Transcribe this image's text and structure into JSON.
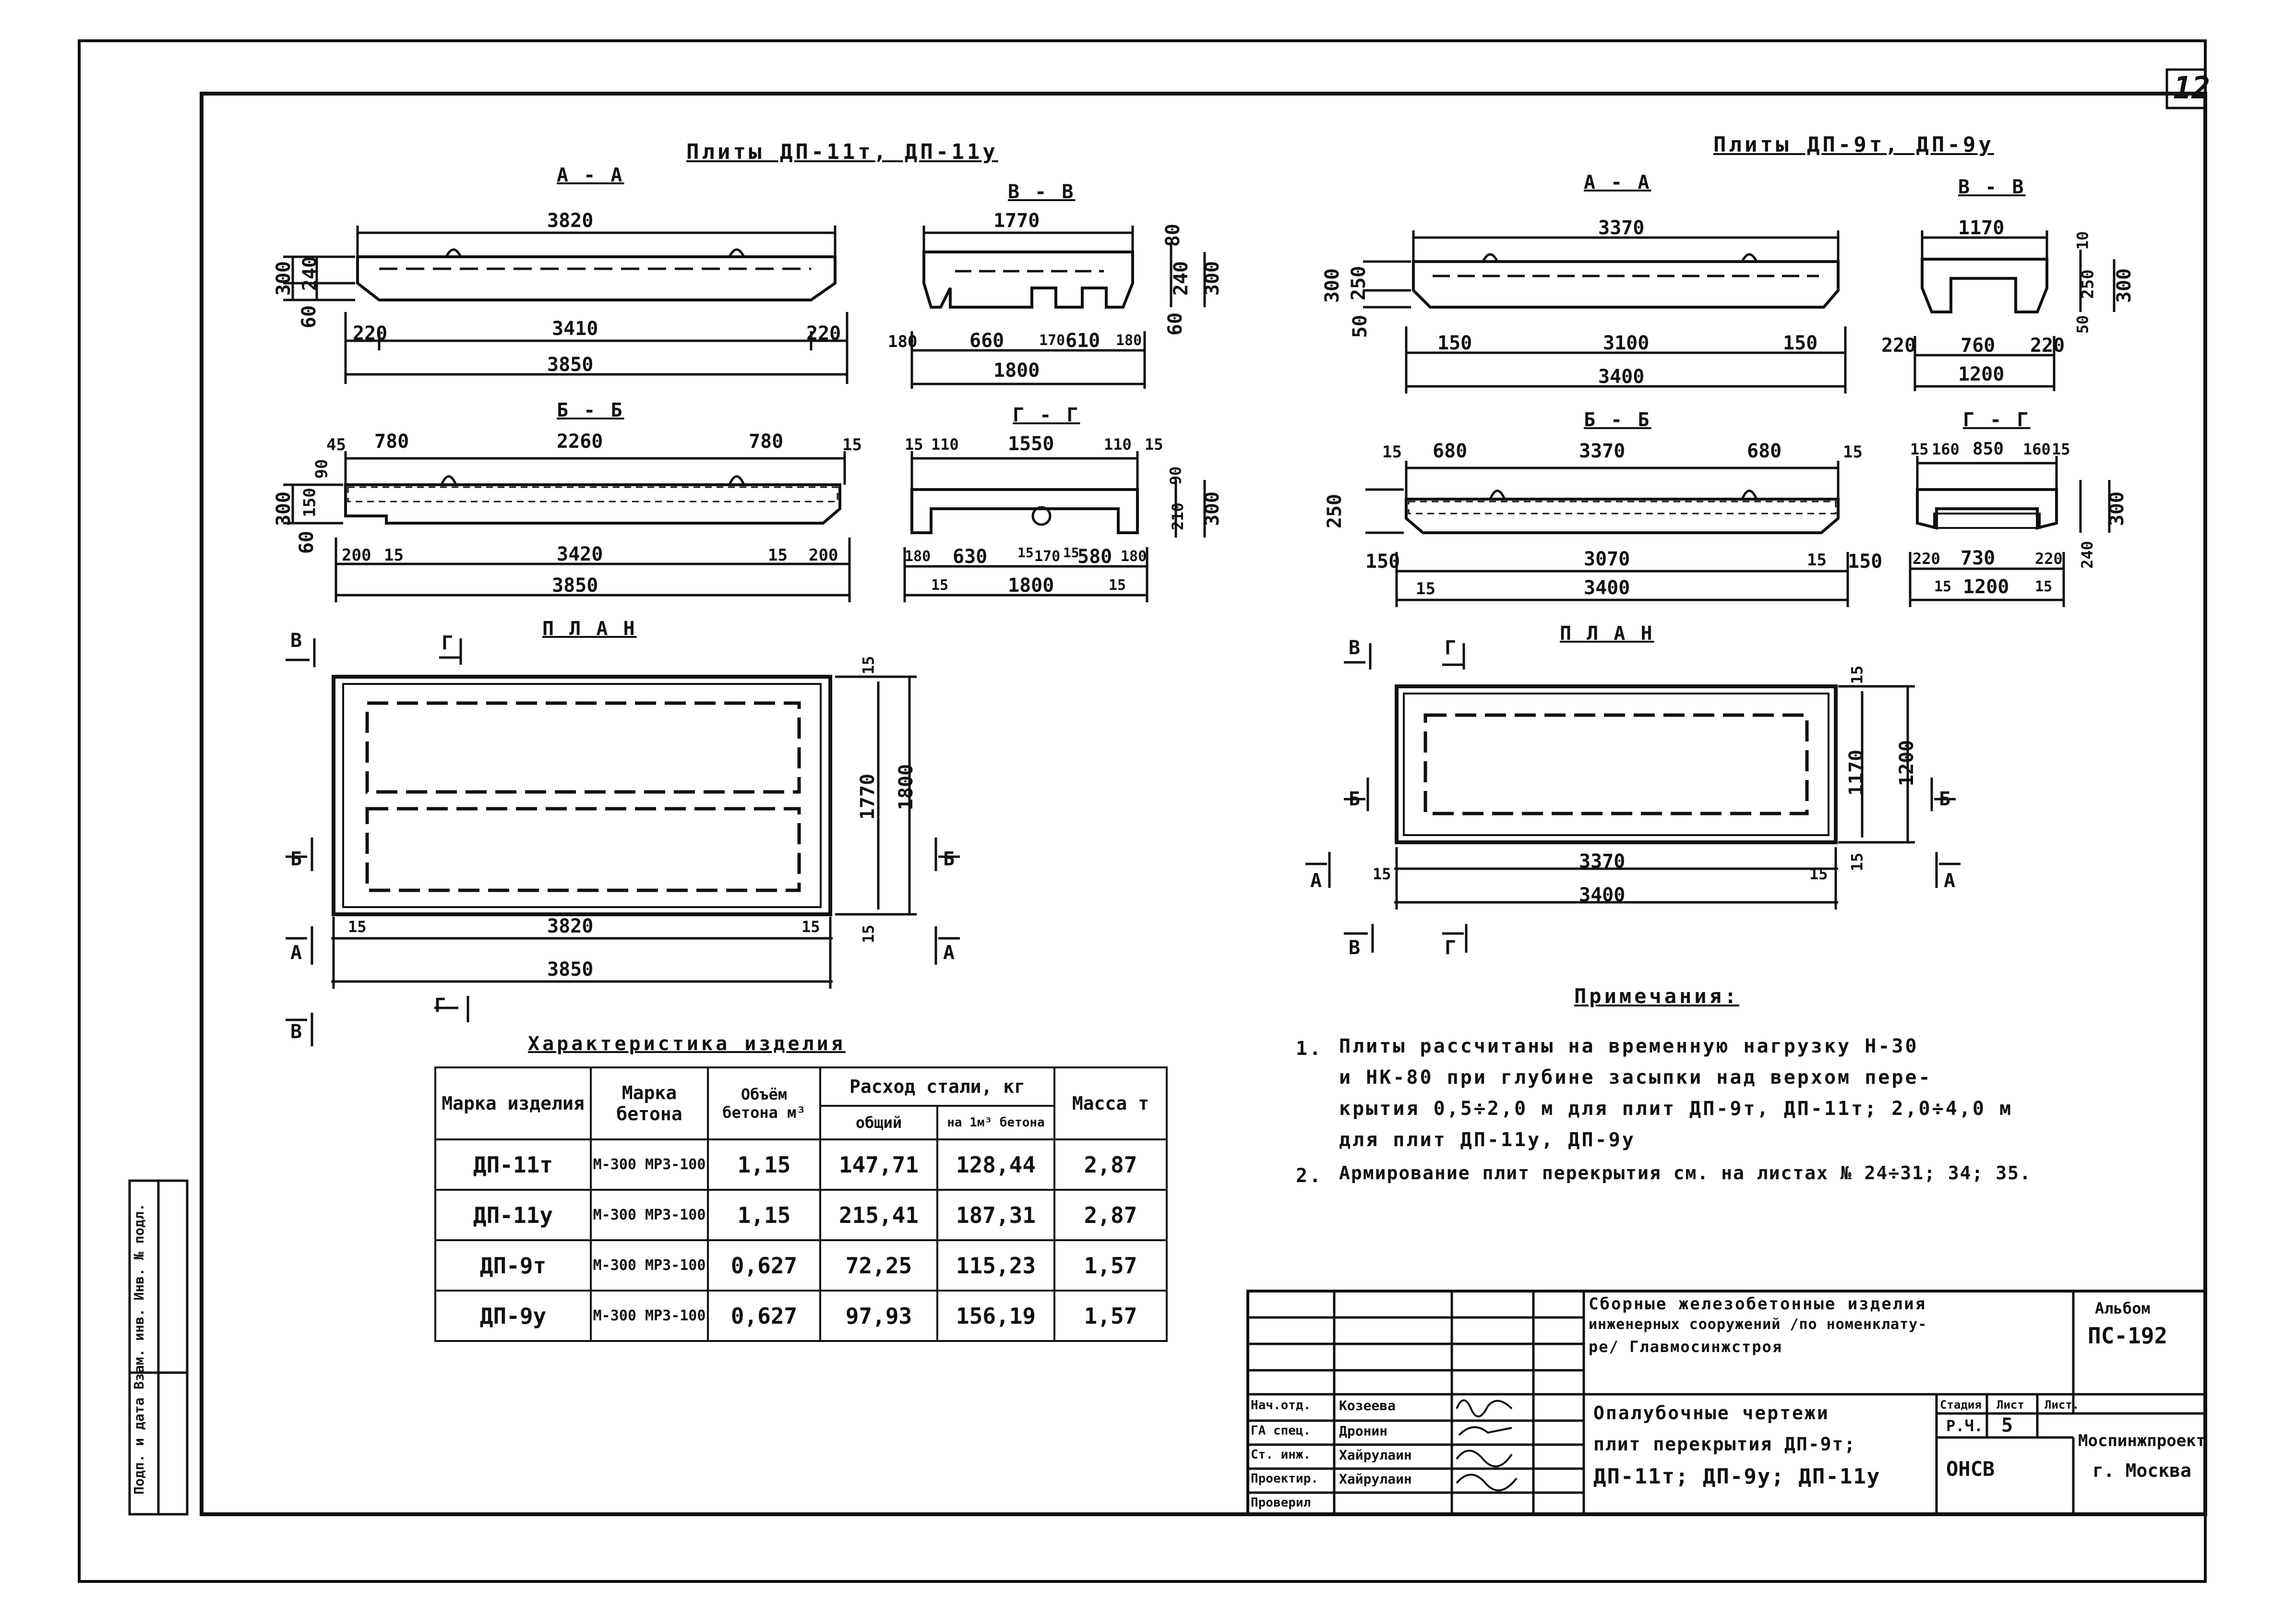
{
  "sheet_number": "12",
  "left_group": {
    "title": "Плиты ДП-11т, ДП-11у",
    "section_aa": {
      "label": "А - А",
      "top": "3820",
      "h_total": "300",
      "h_inner": "240",
      "h_bottom": "60",
      "bot_left": "220",
      "bot_mid": "3410",
      "bot_right": "220",
      "overall": "3850"
    },
    "section_vv": {
      "label": "В - В",
      "top": "1770",
      "h_top": "80",
      "h_inner": "240",
      "h_total": "300",
      "h_bottom": "60",
      "d1": "180",
      "d2": "660",
      "d3": "170",
      "d4": "610",
      "d5": "180",
      "overall": "1800"
    },
    "section_bb": {
      "label": "Б - Б",
      "d_edge_l": "45",
      "d_l": "780",
      "d_mid": "2260",
      "d_r": "780",
      "d_edge_r": "15",
      "h_total": "300",
      "h_inner": "150",
      "h_top": "90",
      "h_bottom": "60",
      "b1": "200",
      "b2": "15",
      "b3": "3420",
      "b4": "15",
      "b5": "200",
      "overall": "3850"
    },
    "section_gg": {
      "label": "Г - Г",
      "d1": "15",
      "d2": "110",
      "d3": "1550",
      "d4": "110",
      "d5": "15",
      "h_top": "90",
      "h_inner": "210",
      "h_total": "300",
      "b1": "180",
      "b2": "630",
      "b3": "15",
      "b4": "170",
      "b5": "15",
      "b6": "580",
      "b7": "180",
      "c1": "15",
      "overall": "1800",
      "c2": "15"
    },
    "plan": {
      "label": "П Л А Н",
      "w_inner": "3820",
      "w_total": "3850",
      "edge_l": "15",
      "edge_r": "15",
      "h_inner": "1770",
      "h_total": "1800",
      "h_edge_top": "15",
      "h_edge_bot": "15",
      "cut_v": "В",
      "cut_g": "Г",
      "cut_b": "Б",
      "cut_a": "А"
    }
  },
  "right_group": {
    "title": "Плиты ДП-9т, ДП-9у",
    "section_aa": {
      "label": "А - А",
      "top": "3370",
      "h_total": "300",
      "h_inner": "250",
      "h_bottom": "50",
      "bot_left": "150",
      "bot_mid": "3100",
      "bot_right": "150",
      "overall": "3400"
    },
    "section_vv": {
      "label": "В - В",
      "top": "1170",
      "h_top": "10",
      "h_inner": "250",
      "h_total": "300",
      "h_bottom": "50",
      "d1": "220",
      "d2": "760",
      "d3": "220",
      "overall": "1200"
    },
    "section_bb": {
      "label": "Б - Б",
      "d_edge_l": "15",
      "d_l": "680",
      "d_mid": "3370",
      "d_r": "680",
      "d_edge_r": "15",
      "h": "250",
      "b1": "150",
      "b2": "3070",
      "b3": "15",
      "b4": "150",
      "c1": "15",
      "overall": "3400"
    },
    "section_gg": {
      "label": "Г - Г",
      "d1": "15",
      "d2": "160",
      "d3": "850",
      "d4": "160",
      "d5": "15",
      "h_total": "300",
      "h_bottom": "240",
      "b1": "220",
      "b2": "730",
      "b3": "220",
      "c1": "15",
      "overall": "1200",
      "c2": "15"
    },
    "plan": {
      "label": "П Л А Н",
      "w_inner": "3370",
      "w_total": "3400",
      "edge_l": "15",
      "edge_r": "15",
      "h_inner": "1170",
      "h_total": "1200",
      "h_edge_top": "15",
      "h_edge_bot": "15",
      "cut_v": "В",
      "cut_g": "Г",
      "cut_b": "Б",
      "cut_a": "А"
    }
  },
  "spec_table": {
    "title": "Характеристика изделия",
    "headers": {
      "mark": "Марка изделия",
      "concrete": "Марка бетона",
      "volume": "Объём бетона м³",
      "steel": "Расход стали, кг",
      "steel_total": "общий",
      "steel_per": "на 1м³ бетона",
      "mass": "Масса т"
    },
    "rows": [
      {
        "mark": "ДП-11т",
        "concrete": "М-300 МРЗ-100",
        "volume": "1,15",
        "total": "147,71",
        "per": "128,44",
        "mass": "2,87"
      },
      {
        "mark": "ДП-11у",
        "concrete": "М-300 МРЗ-100",
        "volume": "1,15",
        "total": "215,41",
        "per": "187,31",
        "mass": "2,87"
      },
      {
        "mark": "ДП-9т",
        "concrete": "М-300 МРЗ-100",
        "volume": "0,627",
        "total": "72,25",
        "per": "115,23",
        "mass": "1,57"
      },
      {
        "mark": "ДП-9у",
        "concrete": "М-300 МРЗ-100",
        "volume": "0,627",
        "total": "97,93",
        "per": "156,19",
        "mass": "1,57"
      }
    ]
  },
  "notes": {
    "title": "Примечания:",
    "n1_num": "1.",
    "n1_line1": "Плиты рассчитаны на временную нагрузку Н-30",
    "n1_line2": "и НК-80 при глубине засыпки над верхом пере-",
    "n1_line3": "крытия 0,5÷2,0 м для плит ДП-9т, ДП-11т; 2,0÷4,0 м",
    "n1_line4": "для плит ДП-11у, ДП-9у",
    "n2_num": "2.",
    "n2_line1": "Армирование плит перекрытия см. на листах № 24÷31; 34; 35."
  },
  "stamp": {
    "project_title_1": "Сборные железобетонные изделия",
    "project_title_2": "инженерных сооружений /по номенклату-",
    "project_title_3": "ре/ Главмосинжстроя",
    "album_label": "Альбом",
    "album_code": "ПС-192",
    "drawing_title_1": "Опалубочные чертежи",
    "drawing_title_2": "плит перекрытия ДП-9т;",
    "drawing_title_3": "ДП-11т; ДП-9у; ДП-11у",
    "stage_h": "Стадия",
    "sheet_h": "Лист",
    "sheets_h": "Лист.",
    "stage_v": "Р.Ч.",
    "sheet_v": "5",
    "dept": "ОНСВ",
    "org_1": "Моспинжпроект",
    "org_2": "г. Москва",
    "roles": [
      "Нач.отд.",
      "ГА спец.",
      "Ст. инж.",
      "Проектир.",
      "Проверил"
    ],
    "names": [
      "Козеева",
      "Дронин",
      "Хайрулаин",
      "Хайрулаин",
      ""
    ]
  },
  "side_strip": "Подп. и дата  Взам. инв.  Инв. № подл."
}
